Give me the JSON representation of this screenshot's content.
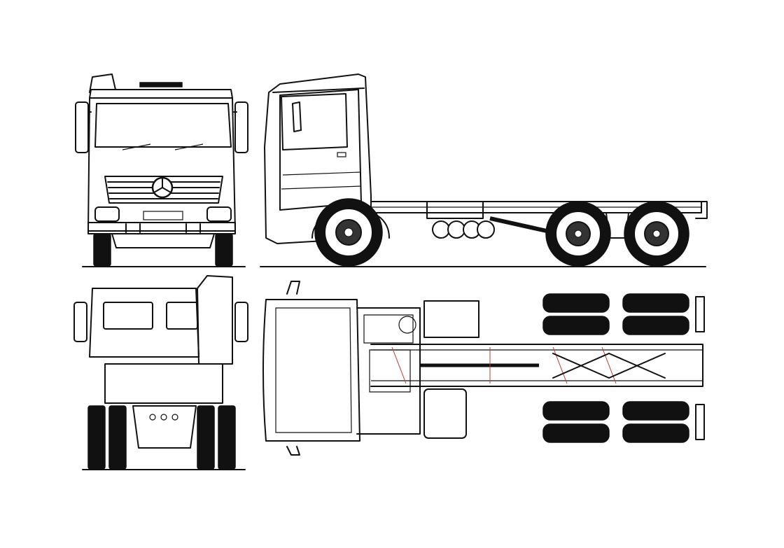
{
  "drawing": {
    "views": [
      {
        "id": "front",
        "kind": "front-view"
      },
      {
        "id": "side",
        "kind": "side-view"
      },
      {
        "id": "rear",
        "kind": "rear-view"
      },
      {
        "id": "top",
        "kind": "top-view"
      }
    ],
    "line_color": "#111111",
    "accent_color": "#c0392b",
    "background": "#ffffff"
  }
}
